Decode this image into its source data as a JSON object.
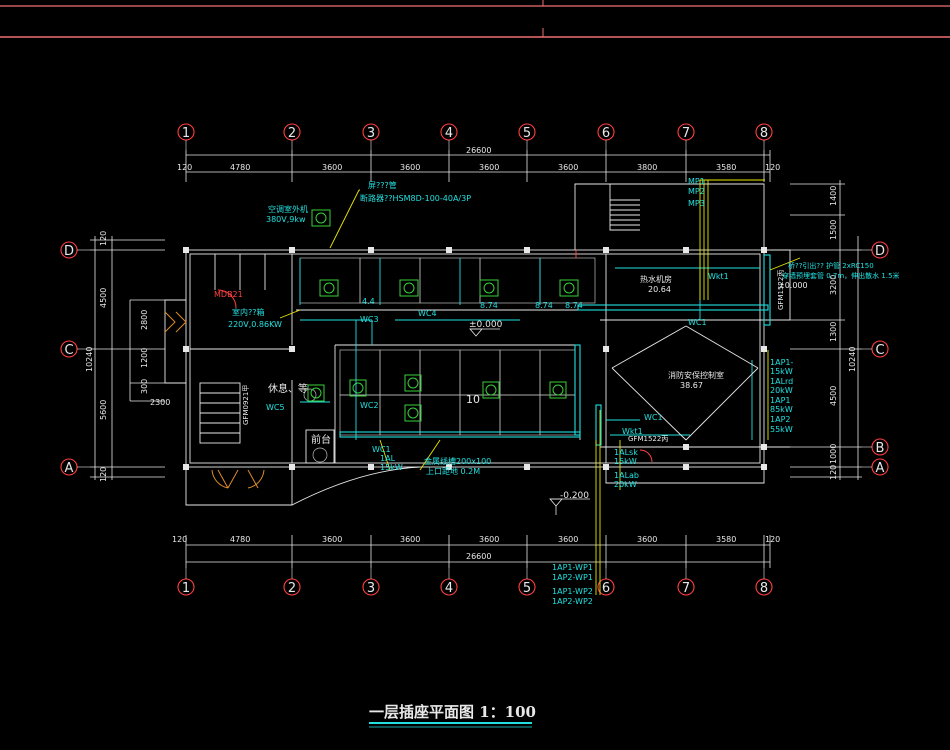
{
  "drawing": {
    "title": "一层插座平面图 1：100",
    "axes_horizontal": [
      "1",
      "2",
      "3",
      "4",
      "5",
      "6",
      "7",
      "8"
    ],
    "axes_vertical": [
      "D",
      "C",
      "B",
      "A"
    ],
    "dims_top": [
      "120",
      "4780",
      "3600",
      "3600",
      "3600",
      "3600",
      "3800",
      "3580",
      "120"
    ],
    "dims_bottom": [
      "120",
      "4780",
      "3600",
      "3600",
      "3600",
      "3600",
      "3600",
      "3580",
      "120"
    ],
    "overall_top": "26600",
    "overall_bottom": "26600",
    "dims_left": [
      "120",
      "4500",
      "2800",
      "1200",
      "300",
      "2300",
      "5600",
      "120"
    ],
    "dims_left_total": "10240",
    "dims_right": [
      "1400",
      "1500",
      "3200",
      "1300",
      "4500",
      "1000",
      "120"
    ],
    "dims_right_total": "10240",
    "elev_0": "±0.000",
    "elev_m02": "-0.200",
    "elev_right": "±0.000",
    "rooms": {
      "security": "消防安保控制室",
      "security_area": "38.67",
      "hotwater": "热水机房",
      "hotwater_area": "20.64",
      "office": "10",
      "rest": "休息、等",
      "reception": "前台"
    },
    "labels": {
      "kongtiao": "空调室外机",
      "kongtiao_power": "380V,9kw",
      "panel_note": "屏???管",
      "breaker": "断路器??HSM8D-100-40A/3P",
      "mdb": "MDB21",
      "wc_note": "室内??箱",
      "wc_power": "220V,0.86KW",
      "wc3": "WC3",
      "wc4": "WC4",
      "wc2": "WC2",
      "wc5": "WC5",
      "wc1a": "WC1",
      "wc1b": "WC1",
      "wc1c": "WC1",
      "wkt1a": "Wkt1",
      "wkt1b": "Wkt1",
      "h874a": "8.74",
      "h874b": "8.74",
      "h874c": "8.74",
      "h44": "4.4",
      "fm1": "GFM0921甲",
      "fm2": "GFM1522丙",
      "fm3": "GFM1522丙",
      "ap_1al": "1AL",
      "ap_1al_kw": "15kW",
      "trunk": "金属线槽200x100",
      "trunk2": "上口距地 0.2M",
      "al_sk": "1ALsk",
      "al_sk_kw": "15kW",
      "al_ab": "1ALab",
      "al_ab_kw": "20kW",
      "r1": "1AP1-",
      "r2": "15kW",
      "r3": "1ALrd",
      "r4": "20kW",
      "r5": "1AP1",
      "r6": "85kW",
      "r7": "1AP2",
      "r8": "55kW",
      "n1": "桥??引出?? 护管 2xRC150",
      "n2": "穿墙预埋套管 0.7m，伸出散水 1.5米",
      "mp1": "MP1",
      "mp2": "MP2",
      "mp3": "MP3",
      "wp1": "1AP1-WP1",
      "wp2": "1AP2-WP1",
      "wp3": "1AP1-WP2",
      "wp4": "1AP2-WP2"
    }
  },
  "colors": {
    "wall": "#e8e8e8",
    "cyan": "#22e0e0",
    "yellow": "#e8e800",
    "green": "#38d038",
    "red": "#ff4040",
    "orange": "#e08a2a",
    "border": "#f07070"
  }
}
